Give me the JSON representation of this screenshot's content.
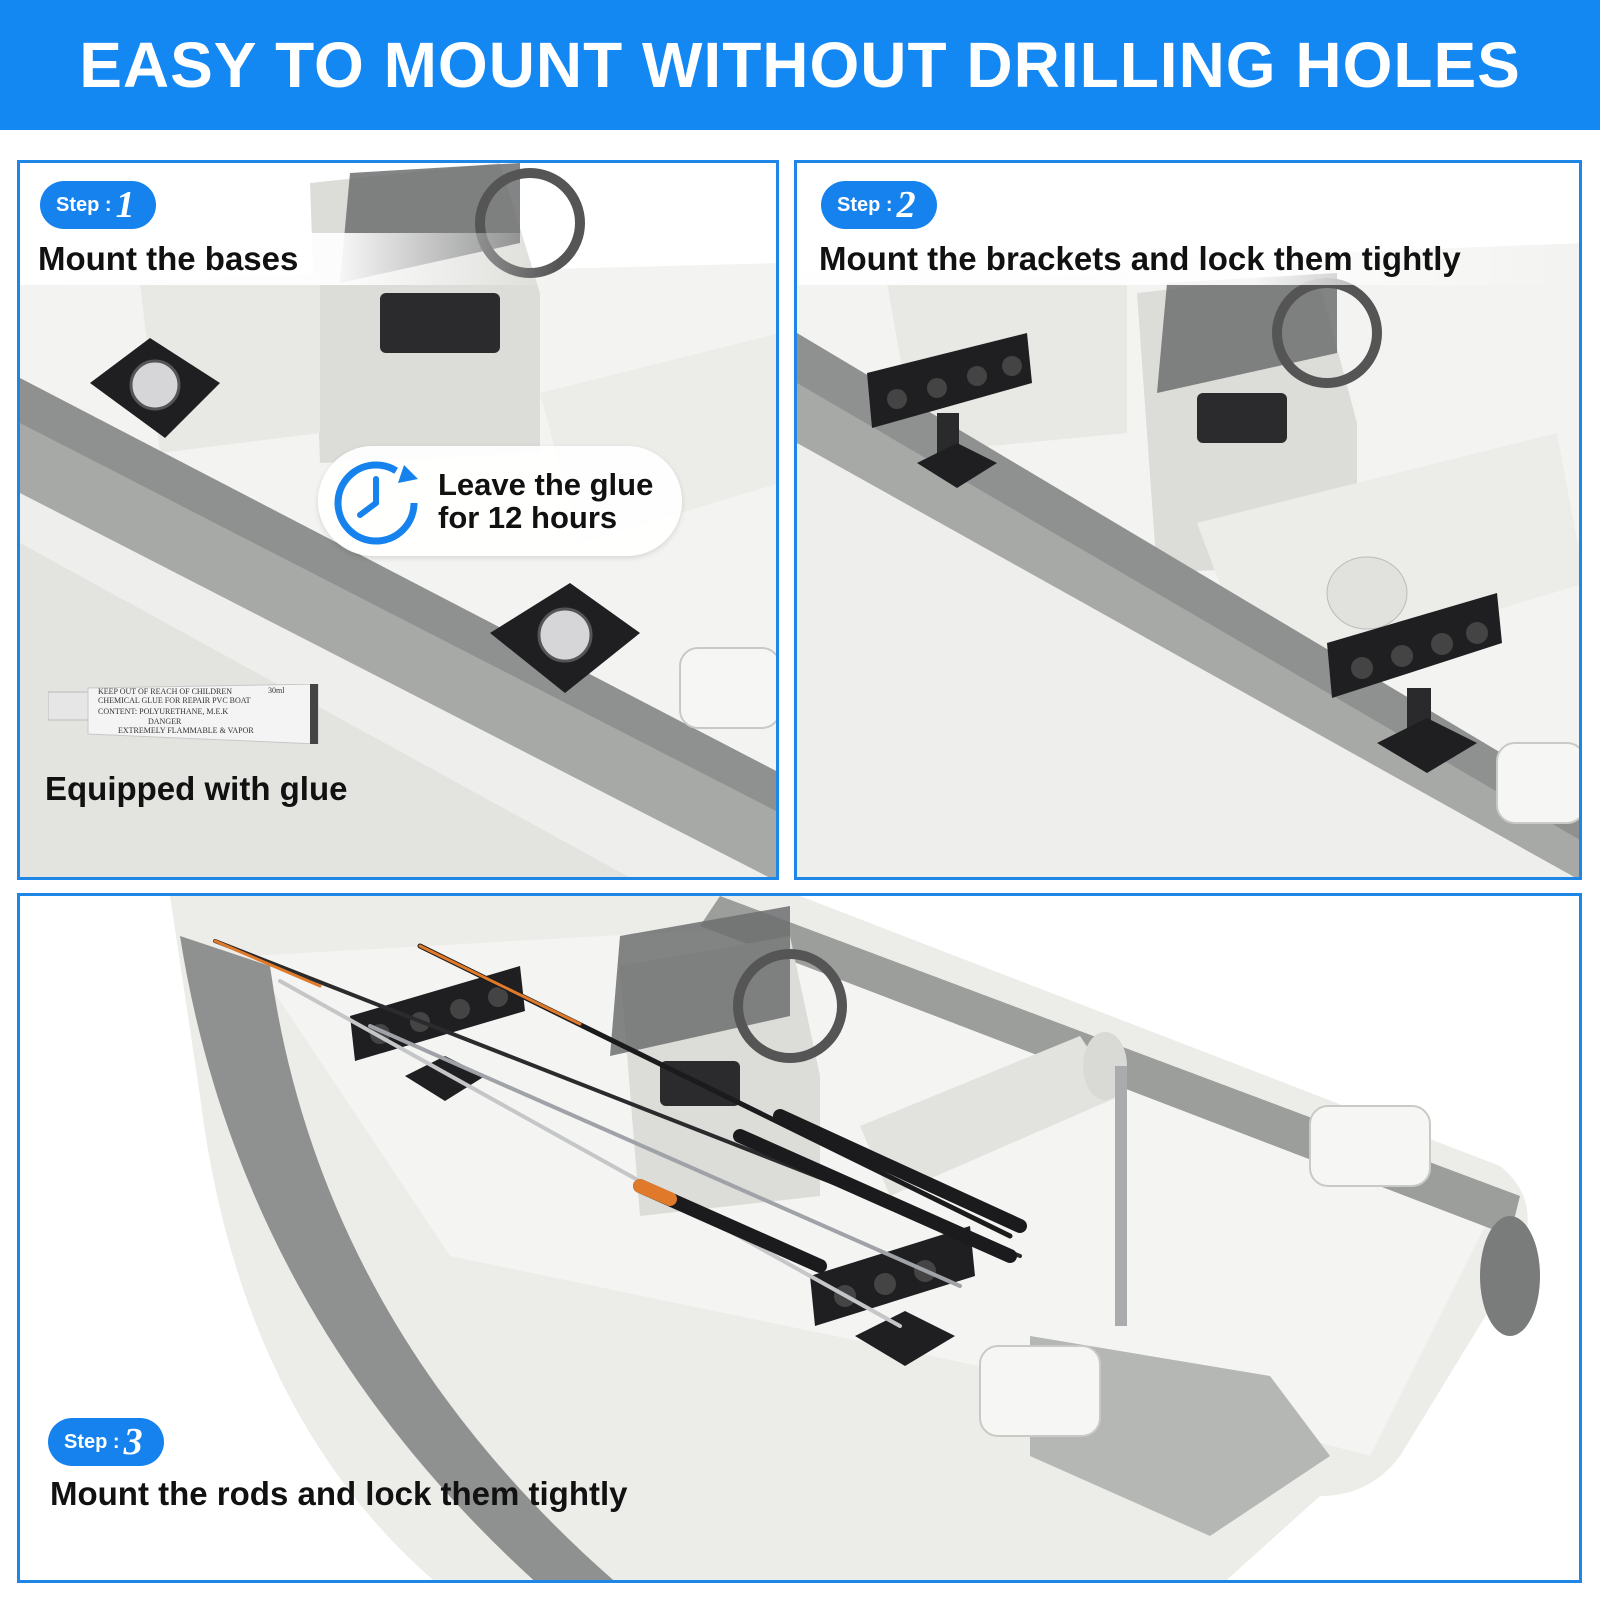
{
  "banner": {
    "title": "EASY TO MOUNT WITHOUT DRILLING HOLES"
  },
  "steps": [
    {
      "step_label": "Step :",
      "number": "1",
      "caption": "Mount the bases"
    },
    {
      "step_label": "Step :",
      "number": "2",
      "caption": "Mount the brackets and lock them tightly"
    },
    {
      "step_label": "Step :",
      "number": "3",
      "caption": "Mount the rods and lock them tightly"
    }
  ],
  "callout": {
    "line1": "Leave the glue",
    "line2": "for 12 hours",
    "icon": "clock-icon"
  },
  "glue": {
    "caption": "Equipped with glue",
    "tube_line1": "KEEP OUT OF REACH OF CHILDREN",
    "tube_line2": "CHEMICAL GLUE FOR REPAIR PVC BOAT",
    "tube_line3": "CONTENT: POLYURETHANE, M.E.K",
    "tube_line4": "DANGER",
    "tube_line5": "EXTREMELY FLAMMABLE & VAPOR",
    "tube_volume": "30ml"
  },
  "colors": {
    "accent": "#1387f2",
    "panel_border": "#1e86e6",
    "boat_light": "#e9e9e6",
    "boat_gray": "#8e918f",
    "mount_black": "#1f1f22"
  }
}
